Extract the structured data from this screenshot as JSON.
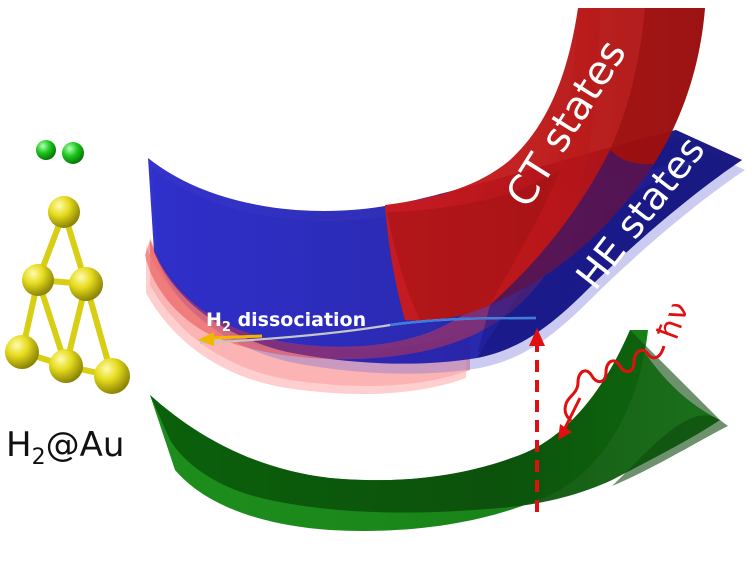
{
  "labels": {
    "ct_states": "CT states",
    "he_states": "HE states",
    "h2_dissociation_prefix": "H",
    "h2_dissociation_sub": "2",
    "h2_dissociation_suffix": " dissociation",
    "hv": "ħν",
    "molecule_prefix": "H",
    "molecule_sub": "2",
    "molecule_suffix": "@Au"
  },
  "colors": {
    "ct_surface": "#b81414",
    "he_surface": "#1a1a9e",
    "ground_surface": "#0e5a0e",
    "gold_atom": "#e2d614",
    "hydrogen_atom": "#18c418",
    "excitation_arrow": "#e01010",
    "dissociation_path": "#3a6fd8",
    "dissociation_arrow": "#f0b800"
  }
}
